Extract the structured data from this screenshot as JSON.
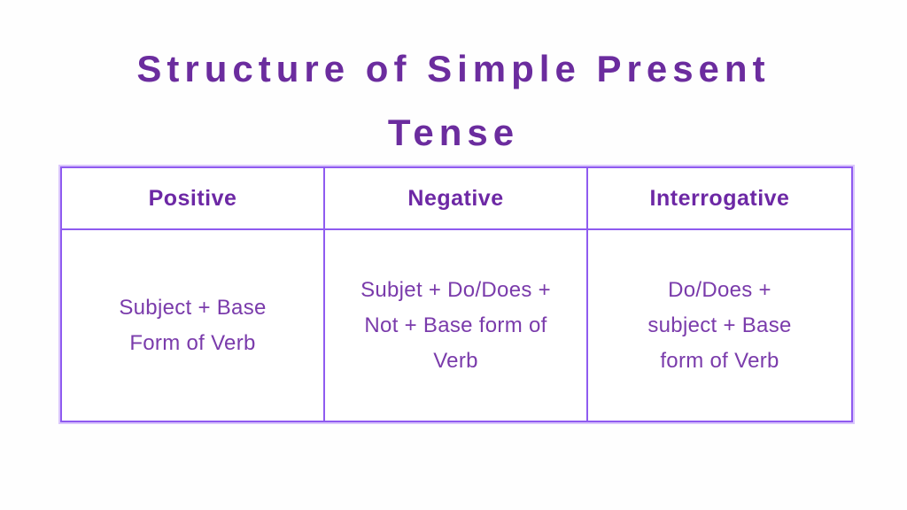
{
  "page": {
    "title": "Structure of Simple Present\nTense",
    "background": "#FEFEFE"
  },
  "colors": {
    "title": "#6B2C9E",
    "header_text": "#6D28A5",
    "cell_text": "#7A3BAB",
    "table_border": "#8F5BF0",
    "cell_background": "#FFFFFF"
  },
  "table": {
    "columns": [
      {
        "header": "Positive",
        "structure": "Subject + Base\nForm of Verb"
      },
      {
        "header": "Negative",
        "structure": "Subjet + Do/Does +\nNot + Base form of\nVerb"
      },
      {
        "header": "Interrogative",
        "structure": "Do/Does +\nsubject + Base\nform of Verb"
      }
    ]
  }
}
